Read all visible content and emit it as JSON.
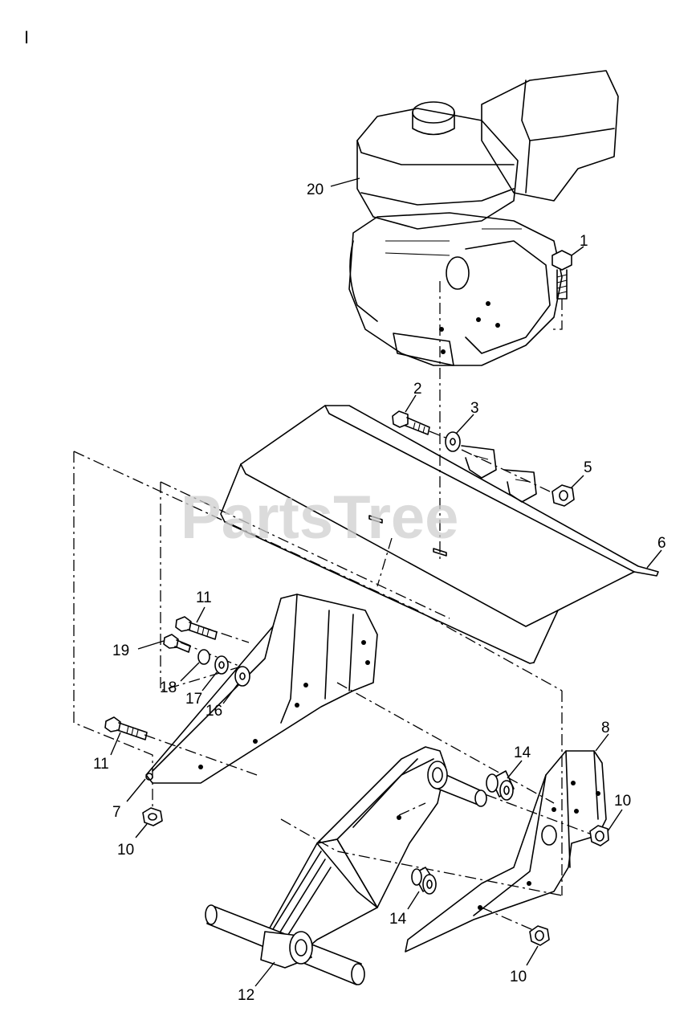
{
  "diagram": {
    "corner_mark": "I",
    "watermark": "PartsTree",
    "callouts": [
      {
        "id": "c20",
        "text": "20"
      },
      {
        "id": "c1",
        "text": "1"
      },
      {
        "id": "c2",
        "text": "2"
      },
      {
        "id": "c3",
        "text": "3"
      },
      {
        "id": "c5",
        "text": "5"
      },
      {
        "id": "c6",
        "text": "6"
      },
      {
        "id": "c11a",
        "text": "11"
      },
      {
        "id": "c19",
        "text": "19"
      },
      {
        "id": "c18",
        "text": "18"
      },
      {
        "id": "c17",
        "text": "17"
      },
      {
        "id": "c16",
        "text": "16"
      },
      {
        "id": "c11b",
        "text": "11"
      },
      {
        "id": "c7",
        "text": "7"
      },
      {
        "id": "c10a",
        "text": "10"
      },
      {
        "id": "c14a",
        "text": "14"
      },
      {
        "id": "c8",
        "text": "8"
      },
      {
        "id": "c10b",
        "text": "10"
      },
      {
        "id": "c14b",
        "text": "14"
      },
      {
        "id": "c12",
        "text": "12"
      },
      {
        "id": "c10c",
        "text": "10"
      }
    ]
  }
}
